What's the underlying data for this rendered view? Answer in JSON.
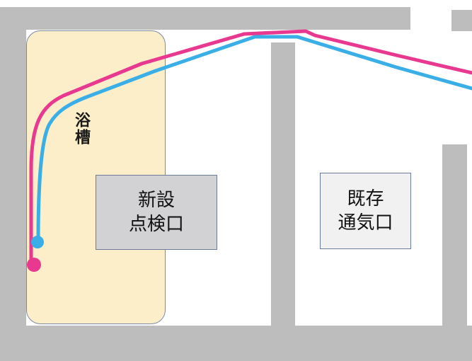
{
  "bathtub": {
    "label": "浴槽"
  },
  "new_inspection_port": {
    "line1": "新設",
    "line2": "点検口"
  },
  "existing_vent": {
    "line1": "既存",
    "line2": "通気口"
  },
  "colors": {
    "wall": "#bdbdbd",
    "bathtub_fill": "#fbeec9",
    "route_pink": "#e8388f",
    "route_blue": "#3aaee6"
  }
}
